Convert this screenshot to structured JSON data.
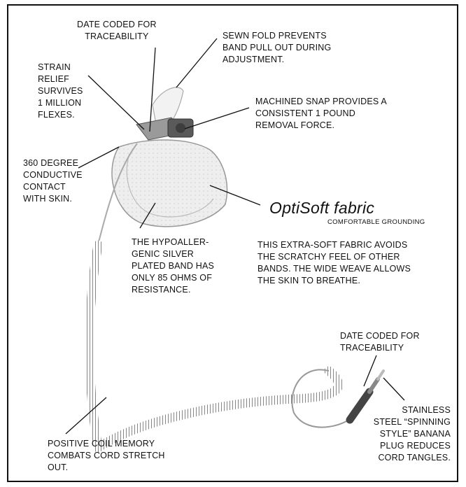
{
  "labels": {
    "date_top": "DATE CODED FOR\nTRACEABILITY",
    "sewn_fold": "SEWN FOLD PREVENTS\nBAND PULL OUT DURING\nADJUSTMENT.",
    "strain_relief": "STRAIN\nRELIEF\nSURVIVES\n1 MILLION\nFLEXES.",
    "snap": "MACHINED SNAP PROVIDES A\nCONSISTENT 1 POUND\nREMOVAL FORCE.",
    "contact": "360 DEGREE\nCONDUCTIVE\nCONTACT\nWITH SKIN.",
    "band": "THE HYPOALLER-\nGENIC SILVER\nPLATED BAND HAS\nONLY 85 OHMS OF\nRESISTANCE.",
    "fabric_desc": "THIS EXTRA-SOFT FABRIC AVOIDS\nTHE SCRATCHY FEEL OF OTHER\nBANDS. THE WIDE WEAVE ALLOWS\nTHE SKIN TO BREATHE.",
    "date_bottom": "DATE CODED FOR\nTRACEABILITY",
    "plug": "STAINLESS\nSTEEL “SPINNING\nSTYLE” BANANA\nPLUG REDUCES\nCORD TANGLES.",
    "coil": "POSITIVE COIL MEMORY\nCOMBATS CORD STRETCH\nOUT."
  },
  "brand": {
    "name": "OptiSoft fabric",
    "tagline": "COMFORTABLE GROUNDING"
  },
  "colors": {
    "line": "#111111",
    "band": "#e6e6e6",
    "snap": "#555555",
    "coil": "#777777"
  }
}
